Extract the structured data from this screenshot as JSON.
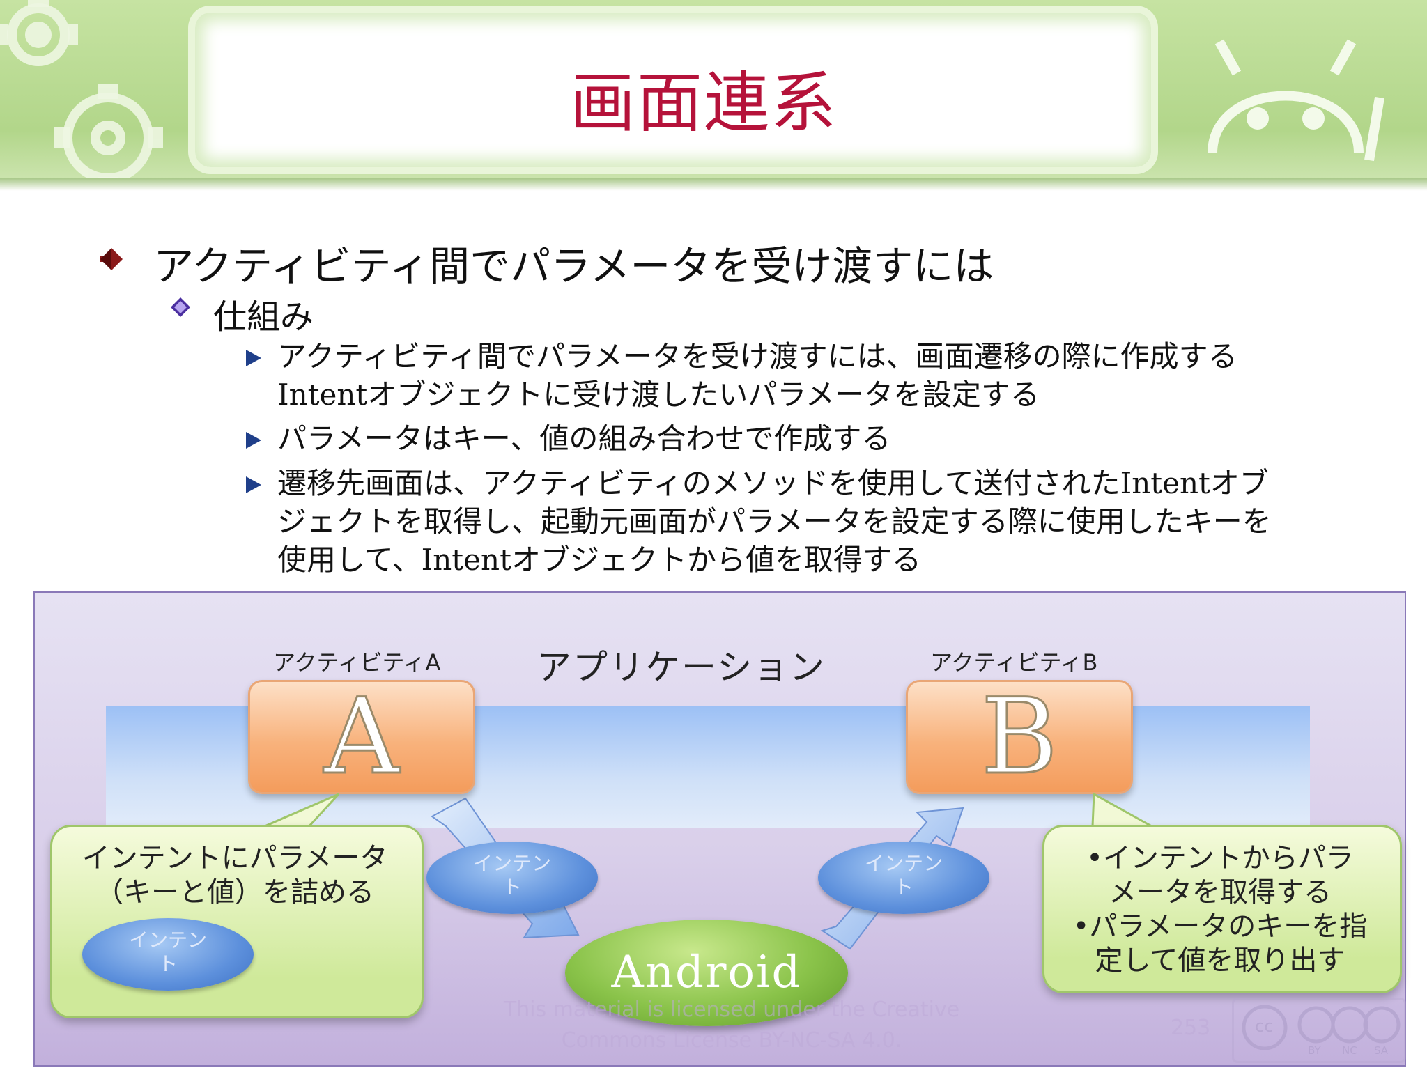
{
  "title": "画面連系",
  "bullet1": "アクティビティ間でパラメータを受け渡すには",
  "bullet2": "仕組み",
  "items": [
    [
      "アクティビティ間でパラメータを受け渡すには、画面遷移の際に作成する",
      "Intentオブジェクトに受け渡したいパラメータを設定する"
    ],
    [
      "パラメータはキー、値の組み合わせで作成する"
    ],
    [
      "遷移先画面は、アクティビティのメソッドを使用して送付されたIntentオブ",
      "ジェクトを取得し、起動元画面がパラメータを設定する際に使用したキーを",
      "使用して、Intentオブジェクトから値を取得する"
    ]
  ],
  "diagram": {
    "application": "アプリケーション",
    "activity_a_label": "アクティビティA",
    "activity_b_label": "アクティビティB",
    "box_a": "A",
    "box_b": "B",
    "callout_left": [
      "インテントにパラメータ",
      "（キーと値）を詰める"
    ],
    "callout_right": [
      "•インテントからパラ",
      "メータを取得する",
      "•パラメータのキーを指",
      "定して値を取り出す"
    ],
    "intent": [
      "インテン",
      "ト"
    ],
    "android": "Android"
  },
  "footer": {
    "license": [
      "This material is licensed under the Creative",
      "Commons License BY-NC-SA 4.0."
    ],
    "page": "253",
    "cc_badge": [
      "cc",
      "BY",
      "NC",
      "SA"
    ]
  },
  "colors": {
    "title": "#b5123a",
    "bullet_arrow": "#8b1a1a",
    "diamond": "#4b2fa0",
    "triangle": "#1f3f8a"
  }
}
